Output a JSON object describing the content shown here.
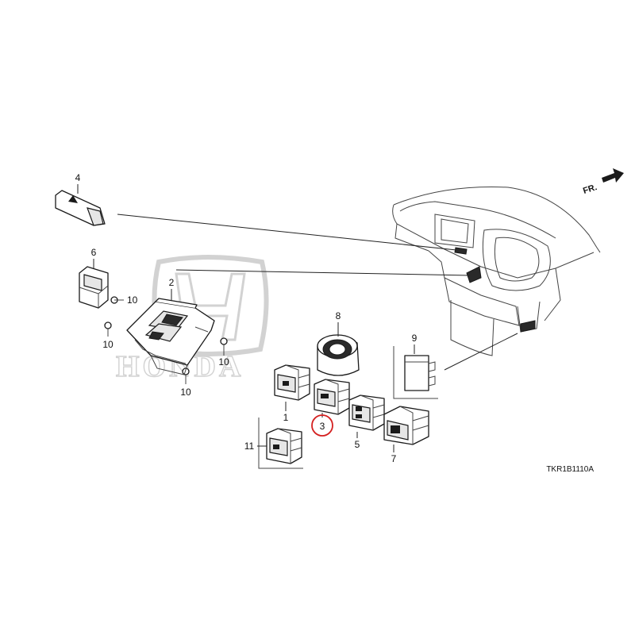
{
  "diagram": {
    "watermark_text": "HONDA",
    "direction_label": "FR.",
    "diagram_code": "TKR1B1110A",
    "highlight_color": "#d42020",
    "callouts": {
      "c1": "1",
      "c2": "2",
      "c3": "3",
      "c4": "4",
      "c5": "5",
      "c6": "6",
      "c7": "7",
      "c8": "8",
      "c9": "9",
      "c10a": "10",
      "c10b": "10",
      "c10c": "10",
      "c10d": "10",
      "c11": "11"
    }
  }
}
